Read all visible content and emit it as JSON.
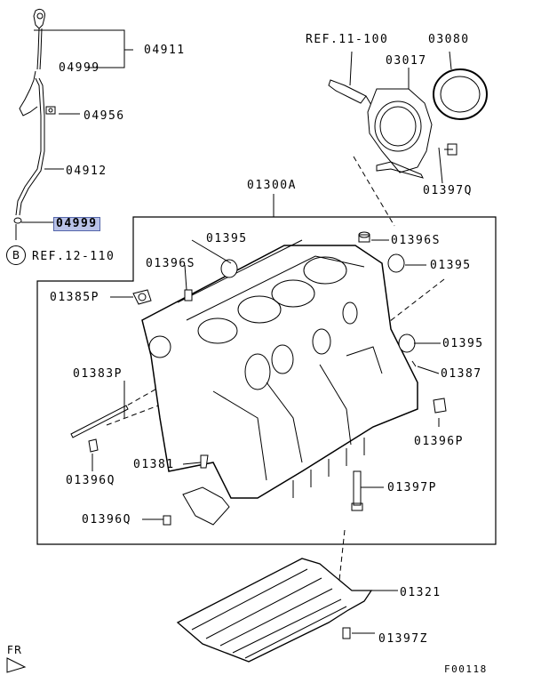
{
  "diagram": {
    "labels": {
      "ref_11_100": "REF.11-100",
      "p03080": "03080",
      "p03017": "03017",
      "p04911": "04911",
      "p04999_top": "04999",
      "p04956": "04956",
      "p04912": "04912",
      "p04999_hl": "04999",
      "circle_b": "B",
      "ref_12_110": "REF.12-110",
      "p01300a": "01300A",
      "p01397q": "01397Q",
      "p01395_a": "01395",
      "p01396s_a": "01396S",
      "p01396s_b": "01396S",
      "p01395_b": "01395",
      "p01385p": "01385P",
      "p01395_c": "01395",
      "p01387": "01387",
      "p01383p": "01383P",
      "p01396p": "01396P",
      "p01381": "01381",
      "p01396q_a": "01396Q",
      "p01397p": "01397P",
      "p01396q_b": "01396Q",
      "p01321": "01321",
      "p01397z": "01397Z",
      "fr": "FR",
      "figure_code": "F00118"
    },
    "highlight_color": "#b9c2e8"
  }
}
